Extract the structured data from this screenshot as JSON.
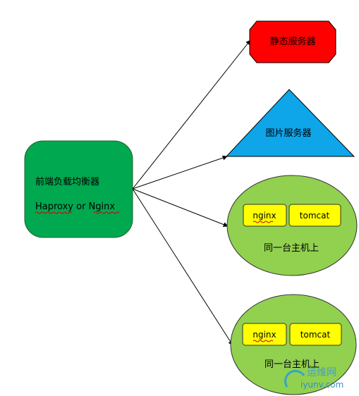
{
  "balancer": {
    "title": "前端负载均衡器",
    "subtitle": "Haproxy or  Nginx",
    "fill": "#00a84f"
  },
  "static_server": {
    "label": "静态服务器",
    "fill": "#ff0000"
  },
  "image_server": {
    "label": "图片服务器",
    "fill": "#0ea5e9"
  },
  "hosts": [
    {
      "left_box": "nginx",
      "right_box": "tomcat",
      "label": "同一台主机上"
    },
    {
      "left_box": "nginx",
      "right_box": "tomcat",
      "label": "同一台主机上"
    }
  ],
  "host_fill": "#92d050",
  "box_fill": "#ffff00",
  "watermark": {
    "text_cn": "运维网",
    "text_en": "iyunv.com"
  }
}
